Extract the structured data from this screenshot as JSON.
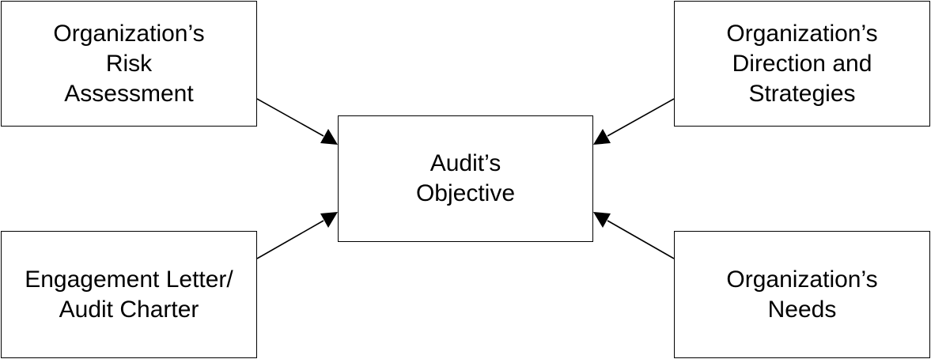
{
  "colors": {
    "stroke": "#000000",
    "background": "#ffffff",
    "text": "#000000"
  },
  "nodes": {
    "risk": {
      "lines": [
        "Organization’s",
        "Risk",
        "Assessment"
      ]
    },
    "strategy": {
      "lines": [
        "Organization’s",
        "Direction and",
        "Strategies"
      ]
    },
    "center": {
      "lines": [
        "Audit’s",
        "Objective"
      ]
    },
    "letter": {
      "lines": [
        "Engagement Letter/",
        "Audit Charter"
      ]
    },
    "needs": {
      "lines": [
        "Organization’s",
        "Needs"
      ]
    }
  },
  "edges": [
    {
      "from": "risk",
      "to": "center"
    },
    {
      "from": "strategy",
      "to": "center"
    },
    {
      "from": "letter",
      "to": "center"
    },
    {
      "from": "needs",
      "to": "center"
    }
  ]
}
